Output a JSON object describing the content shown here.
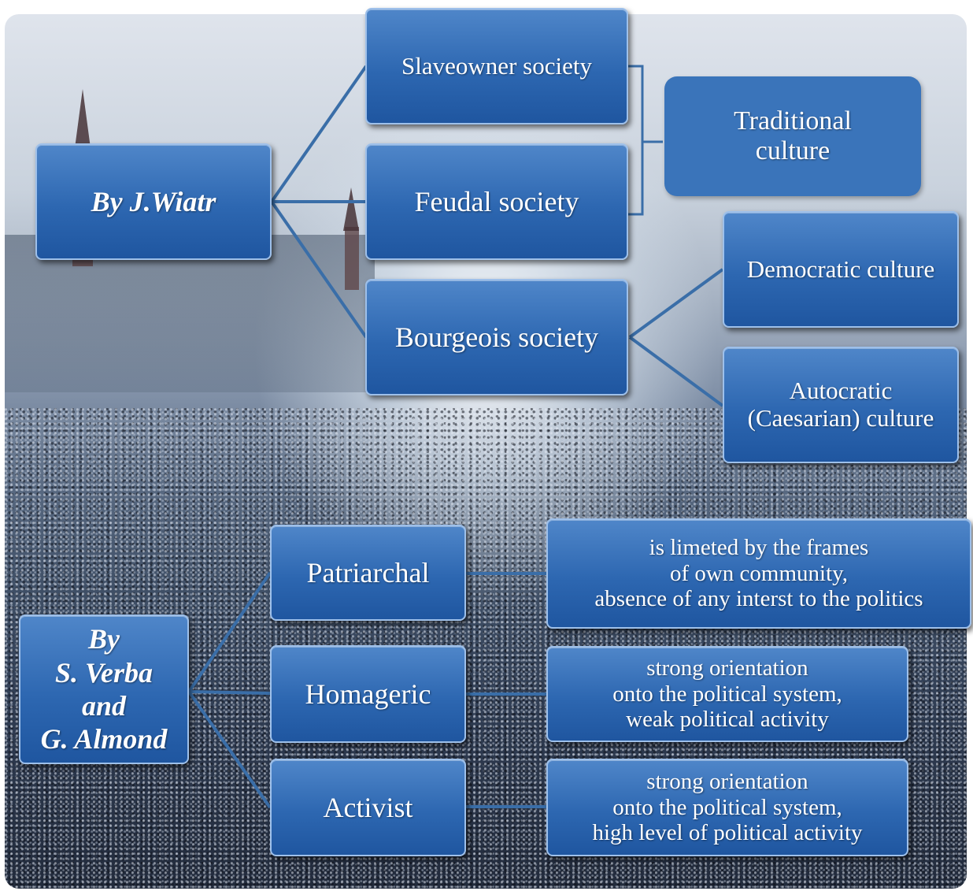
{
  "wiatr": {
    "root": "By J.Wiatr",
    "societies": [
      "Slaveowner society",
      "Feudal society",
      "Bourgeois  society"
    ],
    "traditional": [
      "Traditional",
      "culture"
    ],
    "bourgeois_cultures": {
      "democratic": "Democratic culture",
      "autocratic": [
        "Autocratic",
        "(Caesarian) culture"
      ]
    }
  },
  "verba_almond": {
    "root": [
      "By",
      "S. Verba",
      "and",
      "G. Almond"
    ],
    "types": [
      "Patriarchal",
      "Homageric",
      "Activist"
    ],
    "descriptions": [
      [
        "is limeted by the frames",
        "of own community,",
        "absence of any interst to the politics"
      ],
      [
        "strong orientation",
        "onto  the political system,",
        "weak political activity"
      ],
      [
        "strong orientation",
        "onto the political system,",
        "high level of political activity"
      ]
    ]
  },
  "colors": {
    "box_fill": "#2d67b1",
    "box_border": "#9ec0ea",
    "connector": "#3a6ea8",
    "text": "#ffffff"
  }
}
